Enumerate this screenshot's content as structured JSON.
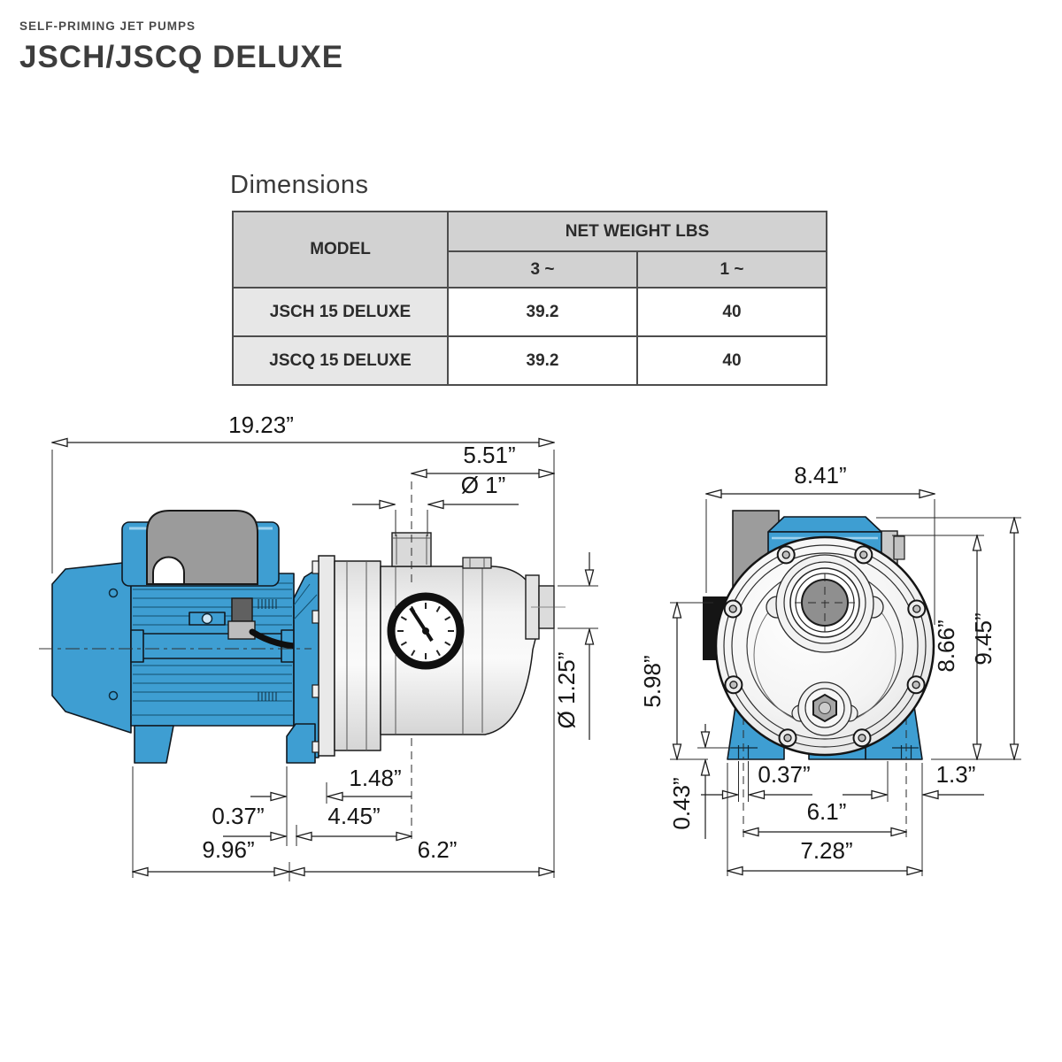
{
  "header": {
    "category": "SELF-PRIMING JET PUMPS",
    "title": "JSCH/JSCQ DELUXE"
  },
  "dimensions_section": {
    "heading": "Dimensions",
    "table": {
      "model_header": "MODEL",
      "net_weight_header": "NET WEIGHT LBS",
      "phase3_header": "3 ~",
      "phase1_header": "1 ~",
      "rows": [
        {
          "model": "JSCH 15 DELUXE",
          "weight_3ph": "39.2",
          "weight_1ph": "40"
        },
        {
          "model": "JSCQ 15 DELUXE",
          "weight_3ph": "39.2",
          "weight_1ph": "40"
        }
      ]
    }
  },
  "side_view": {
    "dims": {
      "overall_length": "19.23”",
      "suction_offset": "5.51”",
      "suction_diameter": "Ø 1”",
      "discharge_diameter": "Ø 1.25”",
      "mount_slot": "1.48”",
      "foot_width": "0.37”",
      "mount_to_port": "4.45”",
      "motor_length": "9.96”",
      "pump_length": "6.2”"
    }
  },
  "front_view": {
    "dims": {
      "overall_width": "8.41”",
      "overall_height": "9.45”",
      "body_height": "8.66”",
      "axis_height": "5.98”",
      "foot_pad_height": "0.43”",
      "slot_width": "0.37”",
      "slot_to_edge": "1.3”",
      "bolt_spacing": "6.1”",
      "base_width": "7.28”"
    }
  },
  "colors": {
    "pump_blue": "#3e9ed2",
    "handle_gray": "#9b9b9b",
    "table_header_gray": "#d2d2d2",
    "table_model_gray": "#e7e7e7",
    "line_dark": "#1c1c1c"
  }
}
